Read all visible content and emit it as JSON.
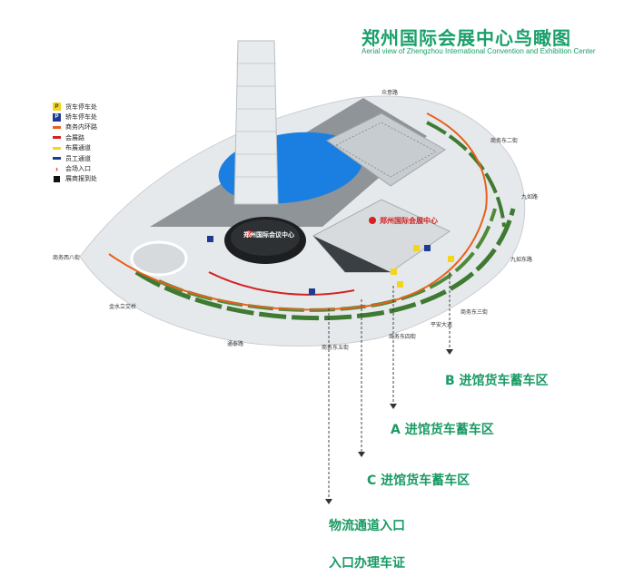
{
  "header": {
    "title": "郑州国际会展中心鸟瞰图",
    "subtitle": "Aerial view of Zhengzhou International Convention and Exhibition Center"
  },
  "legend": [
    {
      "icon": "p-yellow",
      "label": "货车停车处",
      "color": "#f3d51a"
    },
    {
      "icon": "p-blue",
      "label": "轿车停车处",
      "color": "#1f3b8f"
    },
    {
      "icon": "bar",
      "label": "商务内环路",
      "color": "#e8601a"
    },
    {
      "icon": "bar",
      "label": "会展路",
      "color": "#d42222"
    },
    {
      "icon": "bar",
      "label": "布展通道",
      "color": "#f3d51a"
    },
    {
      "icon": "bar",
      "label": "员工通道",
      "color": "#1f3b8f"
    },
    {
      "icon": "chevron",
      "label": "会场入口",
      "color": "#d42222"
    },
    {
      "icon": "square",
      "label": "展商报到处",
      "color": "#111111"
    }
  ],
  "roads": {
    "zhongyi": "众意路",
    "shangwu_er": "商务东二街",
    "jiuru": "九如路",
    "jiuru_dong": "九如东路",
    "shangwu_xi_ba": "商务西八街",
    "jinshui": "金水立交桥",
    "tongtai": "通泰路",
    "shangwu_wu": "商务东五街",
    "shangwu_si": "商务东四街",
    "shangwu_san": "商务东三街",
    "pingan": "平安大道"
  },
  "buildings": {
    "convention": "郑州国际会议中心",
    "exhibition": "郑州国际会展中心"
  },
  "zones": {
    "b": "B 进馆货车蓄车区",
    "a": "A 进馆货车蓄车区",
    "c": "C 进馆货车蓄车区",
    "logistics": "物流通道入口",
    "permit": "入口办理车证"
  },
  "colors": {
    "accent": "#1aa06a",
    "ring_road": "#e8601a",
    "expo_road": "#d42222",
    "water": "#1a7fe0"
  }
}
